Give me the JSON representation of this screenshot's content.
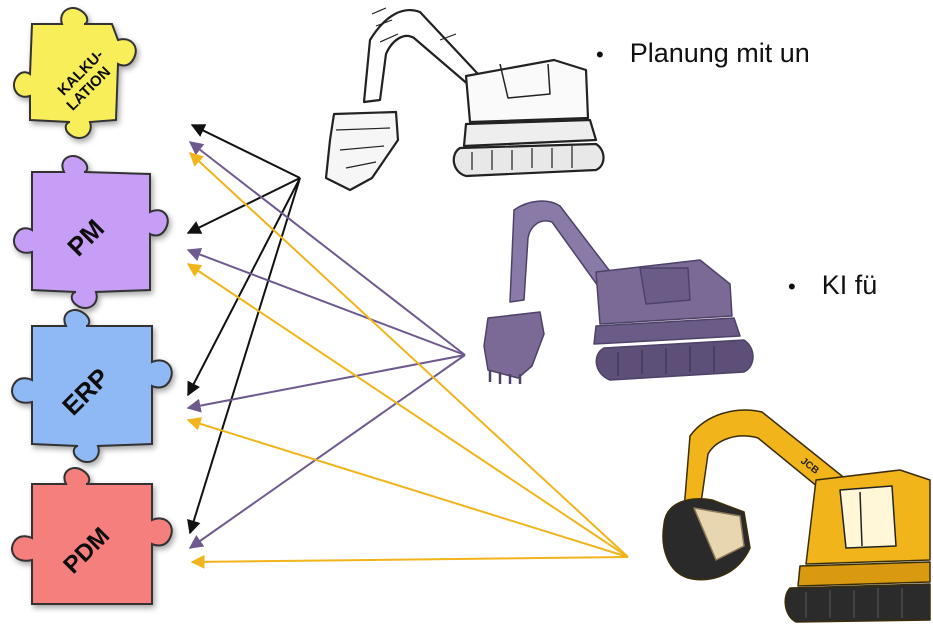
{
  "puzzle_pieces": [
    {
      "id": "kalkulation",
      "label_lines": [
        "KALKU-",
        "LATION"
      ],
      "color": "#f7ee5a"
    },
    {
      "id": "pm",
      "label_lines": [
        "PM"
      ],
      "color": "#c79ef5"
    },
    {
      "id": "erp",
      "label_lines": [
        "ERP"
      ],
      "color": "#8fb9f5"
    },
    {
      "id": "pdm",
      "label_lines": [
        "PDM"
      ],
      "color": "#f47f7d"
    }
  ],
  "bullets": [
    {
      "text": "Planung mit un"
    },
    {
      "text": "KI fü"
    }
  ],
  "excavators": [
    {
      "id": "sketch",
      "style": "pencil-sketch"
    },
    {
      "id": "purple",
      "style": "purple-3d-model",
      "color": "#7b6a96"
    },
    {
      "id": "yellow",
      "style": "photo",
      "color": "#f2b41b",
      "brand_text": "JCB"
    }
  ],
  "arrow_colors": {
    "black": "#111111",
    "purple": "#6e5a8f",
    "yellow": "#f2b41b"
  }
}
